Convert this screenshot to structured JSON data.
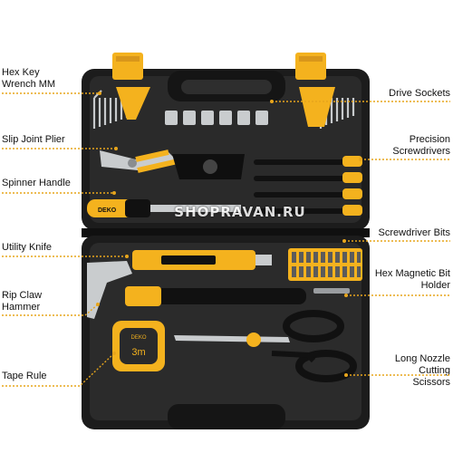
{
  "labels": {
    "hex_key": "Hex Key Wrench MM",
    "slip_joint": "Slip Joint Plier",
    "spinner": "Spinner Handle",
    "utility_knife": "Utility Knife",
    "rip_claw": "Rip Claw Hammer",
    "tape_rule": "Tape Rule",
    "drive_sockets": "Drive Sockets",
    "precision": "Precision Screwdrivers",
    "screwdriver_bits": "Screwdriver Bits",
    "hex_magnetic": "Hex Magnetic Bit Holder",
    "long_nozzle": "Long Nozzle Cutting Scissors"
  },
  "watermark": "SHOPRAVAN.RU",
  "product_marks": {
    "handle_brand": "DEKO",
    "tape_brand": "DEKO",
    "tape_length": "3m"
  },
  "colors": {
    "case": "#1c1c1c",
    "case_inner": "#2b2b2b",
    "accent": "#f4b21e",
    "chrome": "#bfc3c6",
    "leader": "#e7a51c"
  }
}
